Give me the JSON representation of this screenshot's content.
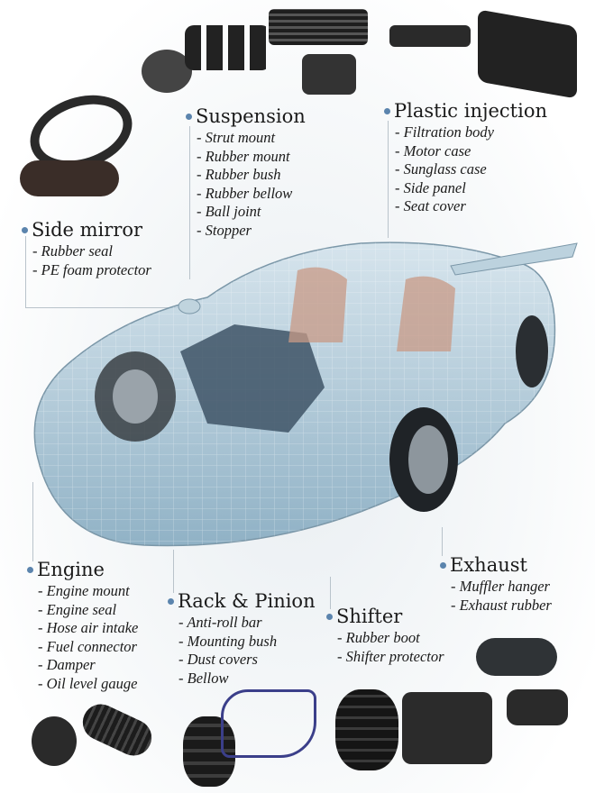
{
  "sections": {
    "side_mirror": {
      "title": "Side mirror",
      "items": [
        "- Rubber seal",
        "- PE foam protector"
      ]
    },
    "suspension": {
      "title": "Suspension",
      "items": [
        "- Strut mount",
        "- Rubber mount",
        "- Rubber bush",
        "- Rubber bellow",
        "- Ball joint",
        "- Stopper"
      ]
    },
    "plastic_injection": {
      "title": "Plastic injection",
      "items": [
        "- Filtration body",
        "- Motor case",
        "- Sunglass case",
        "- Side panel",
        "- Seat cover"
      ]
    },
    "engine": {
      "title": "Engine",
      "items": [
        "- Engine mount",
        "- Engine seal",
        "- Hose air intake",
        "- Fuel connector",
        "- Damper",
        "- Oil level gauge"
      ]
    },
    "rack_pinion": {
      "title": "Rack & Pinion",
      "items": [
        "- Anti-roll bar",
        "- Mounting bush",
        "- Dust covers",
        "- Bellow"
      ]
    },
    "shifter": {
      "title": "Shifter",
      "items": [
        "- Rubber boot",
        "- Shifter protector"
      ]
    },
    "exhaust": {
      "title": "Exhaust",
      "items": [
        "- Muffler hanger",
        "- Exhaust rubber"
      ]
    }
  },
  "colors": {
    "bullet": "#5b84ad",
    "car_body": "#a9c6d6",
    "parts": "#2b2b2b"
  }
}
